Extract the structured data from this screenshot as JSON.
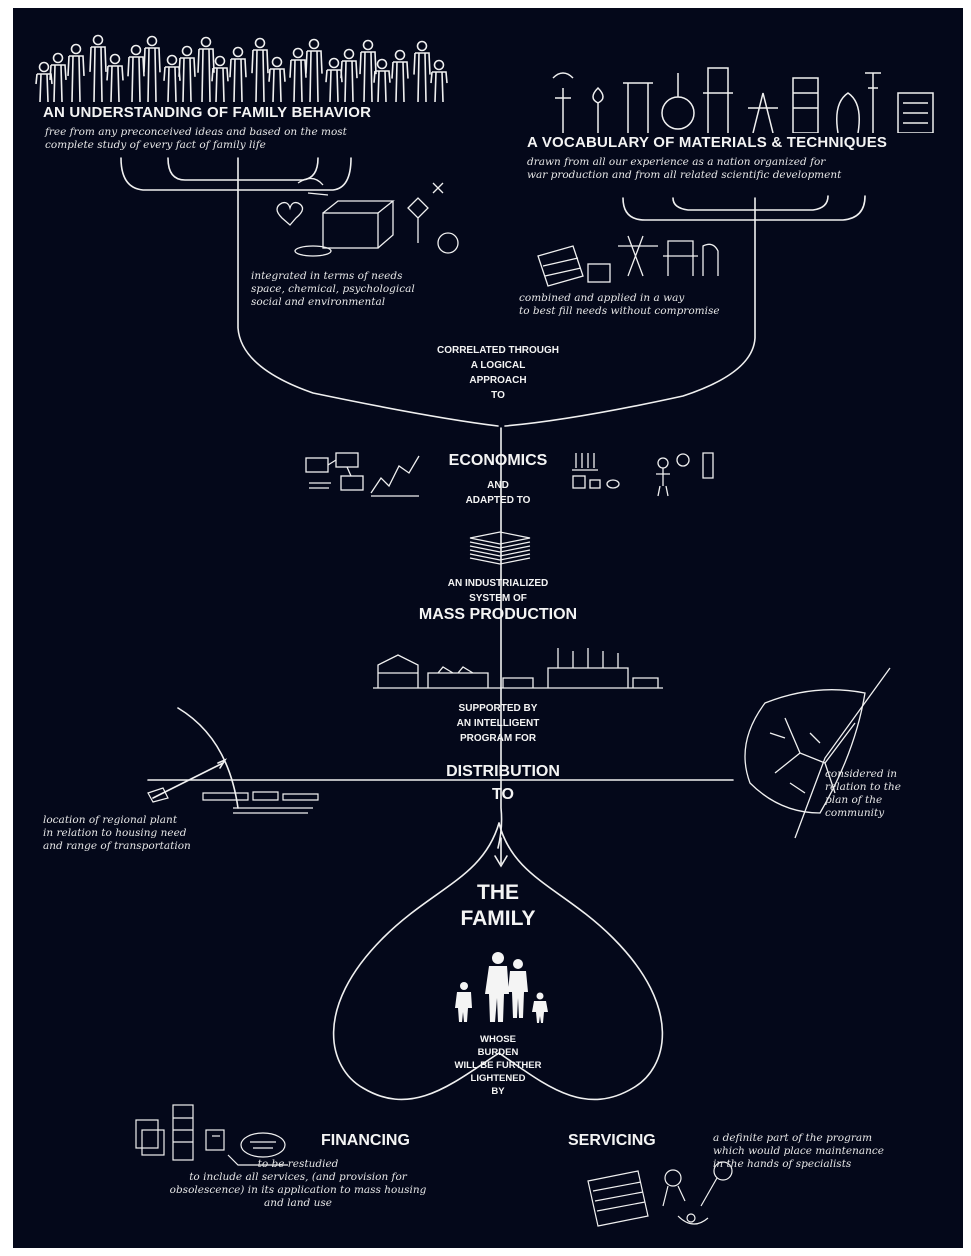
{
  "colors": {
    "background": "#04081a",
    "ink": "#f4f4f4",
    "frame": "#ffffff"
  },
  "heading_left": "AN UNDERSTANDING OF FAMILY BEHAVIOR",
  "note_left_top": "free from any preconceived ideas and based on the most\ncomplete study of every fact of family life",
  "note_integrated": "integrated in terms of needs\nspace, chemical, psychological\nsocial and environmental",
  "heading_right": "A VOCABULARY OF MATERIALS & TECHNIQUES",
  "note_right_top": "drawn from all our experience as a nation organized for\nwar production and from all related scientific development",
  "note_combined": "combined and applied in a way\nto best fill needs without compromise",
  "correlated": "CORRELATED THROUGH\nA LOGICAL\nAPPROACH\nTO",
  "economics": "ECONOMICS",
  "economics_sub": "AND\nADAPTED TO",
  "industrialized": "AN INDUSTRIALIZED\nSYSTEM OF",
  "mass_production": "MASS PRODUCTION",
  "supported": "SUPPORTED BY\nAN INTELLIGENT\nPROGRAM FOR",
  "distribution": "DISTRIBUTION",
  "to": "TO",
  "note_location": "location of regional plant\nin relation to housing need\nand range of transportation",
  "note_community": "considered in\nrelation to the\nplan of the\ncommunity",
  "the_family": "THE\nFAMILY",
  "burden": "WHOSE\nBURDEN\nWILL BE FURTHER\nLIGHTENED\nBY",
  "financing": "FINANCING",
  "note_financing": "to be restudied\nto include all services, (and provision for\nobsolescence) in its application to mass housing\nand land use",
  "servicing": "SERVICING",
  "note_servicing": "a definite part of the program\nwhich would place maintenance\nin the hands of specialists",
  "icons": [
    "crowd-sketch",
    "lab-equipment-sketch",
    "needs-sketch",
    "materials-sketch",
    "economics-chart-sketch",
    "economics-figures-sketch",
    "paper-stack-sketch",
    "factory-sketch",
    "transport-sketch",
    "community-map-sketch",
    "family-figures-icon",
    "financing-sketch",
    "servicing-sketch"
  ]
}
